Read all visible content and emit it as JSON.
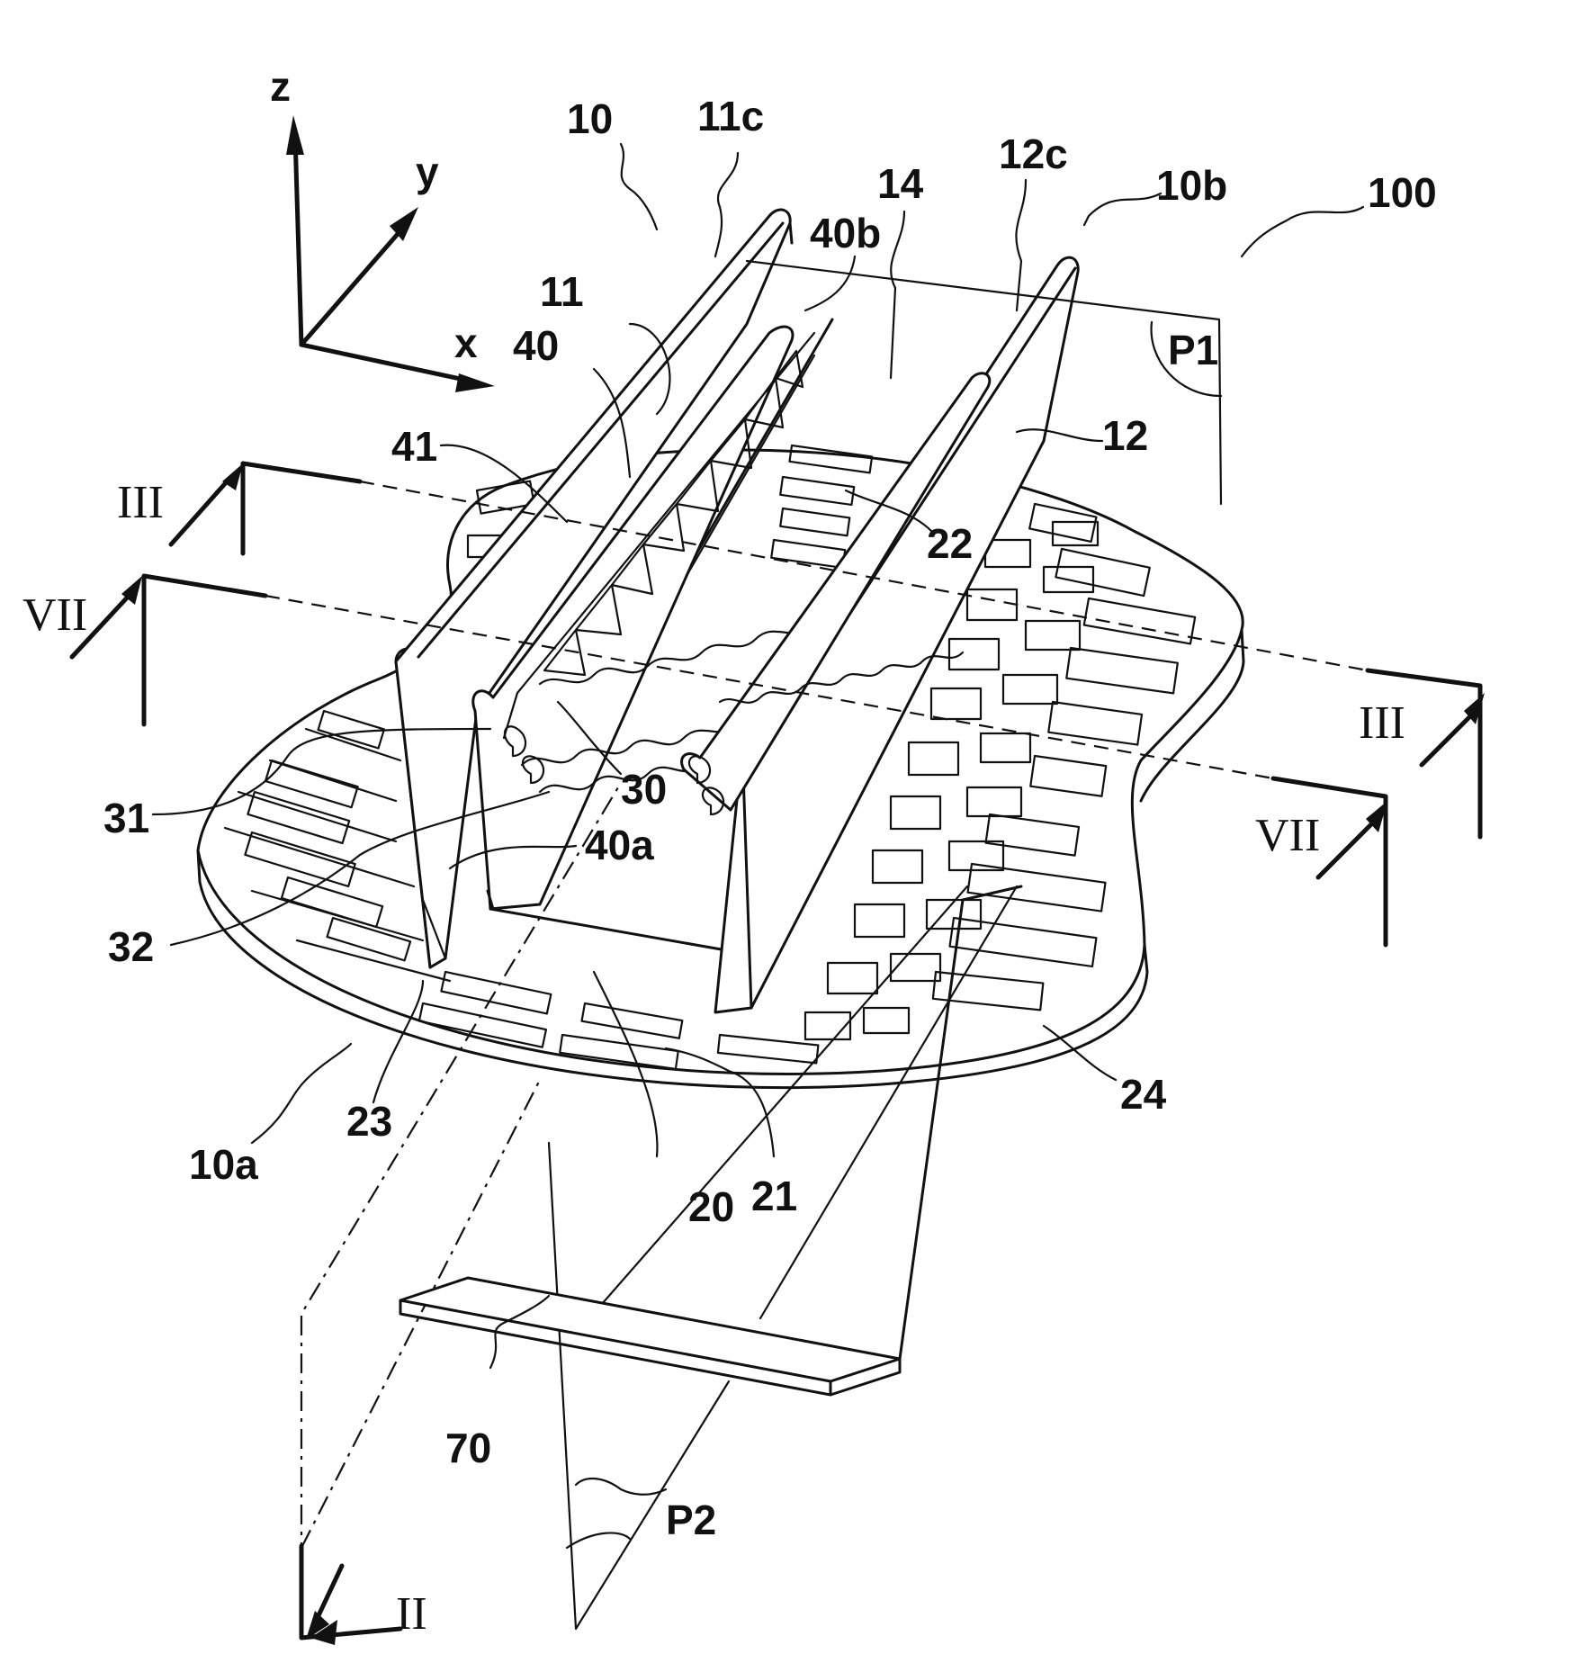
{
  "figure": {
    "labels": {
      "l10": "10",
      "l11c": "11c",
      "l14": "14",
      "l12c": "12c",
      "l10b": "10b",
      "l100": "100",
      "l40b": "40b",
      "l11": "11",
      "l40": "40",
      "lP1": "P1",
      "l41": "41",
      "l12": "12",
      "l22": "22",
      "l30": "30",
      "l31": "31",
      "l40a": "40a",
      "l32": "32",
      "l24": "24",
      "l23": "23",
      "l10a": "10a",
      "l20": "20",
      "l21": "21",
      "l70": "70",
      "lP2": "P2"
    },
    "axes": {
      "z": "z",
      "y": "y",
      "x": "x"
    },
    "sections": {
      "iii_left": "III",
      "vii_left": "VII",
      "iii_right": "III",
      "vii_right": "VII",
      "ii": "II"
    }
  }
}
